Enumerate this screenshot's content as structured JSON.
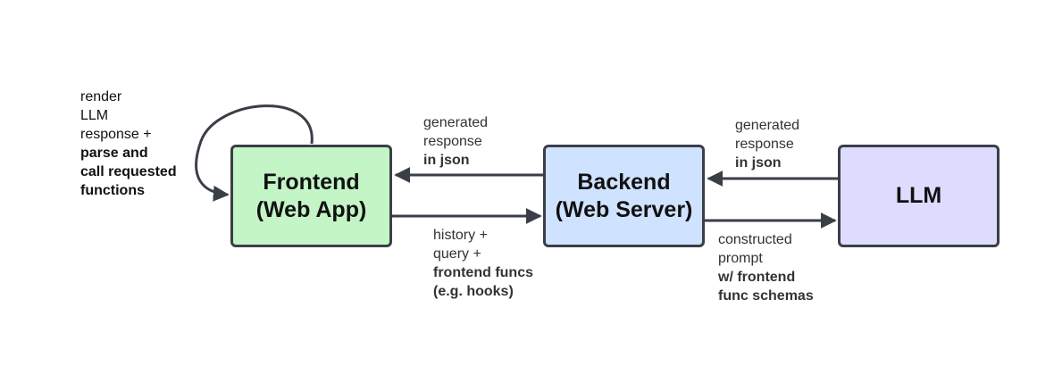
{
  "colors": {
    "frontend_fill": "#c3f5c6",
    "backend_fill": "#cfe2ff",
    "llm_fill": "#dedcfe",
    "stroke": "#3a3f47"
  },
  "nodes": {
    "frontend": {
      "line1": "Frontend",
      "line2": "(Web App)"
    },
    "backend": {
      "line1": "Backend",
      "line2": "(Web Server)"
    },
    "llm": {
      "label": "LLM"
    }
  },
  "edges": {
    "render_loop": [
      "render",
      "LLM",
      "response +",
      "parse and",
      "call requested",
      "functions"
    ],
    "backend_to_frontend": [
      "generated",
      "response",
      "in json"
    ],
    "frontend_to_backend": [
      "history +",
      "query +",
      "frontend funcs",
      "(e.g. hooks)"
    ],
    "llm_to_backend": [
      "generated",
      "response",
      "in json"
    ],
    "backend_to_llm": [
      "constructed",
      "prompt",
      "w/ frontend",
      "func schemas"
    ]
  }
}
